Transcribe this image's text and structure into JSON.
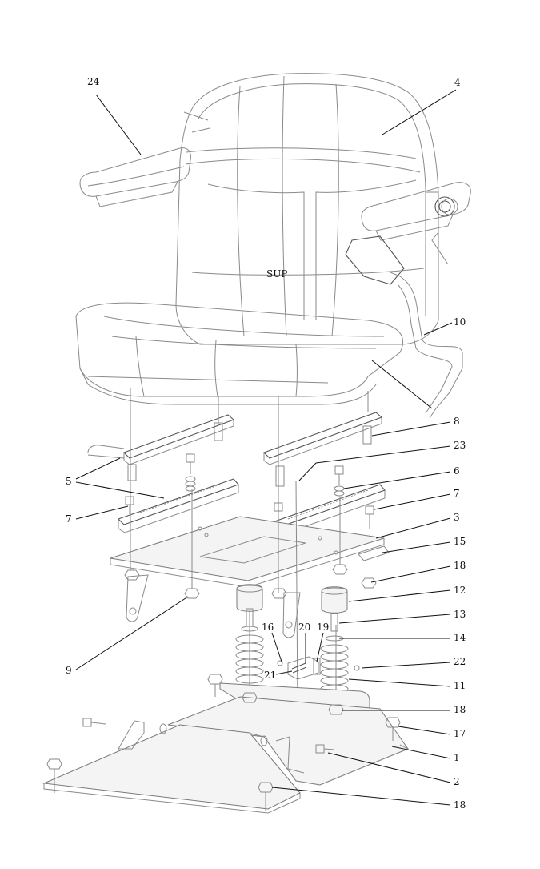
{
  "diagram": {
    "callouts": [
      {
        "id": "c24",
        "label": "24"
      },
      {
        "id": "c4",
        "label": "4"
      },
      {
        "id": "c10",
        "label": "10"
      },
      {
        "id": "c8",
        "label": "8"
      },
      {
        "id": "c23",
        "label": "23"
      },
      {
        "id": "c5",
        "label": "5"
      },
      {
        "id": "c6",
        "label": "6"
      },
      {
        "id": "c7a",
        "label": "7"
      },
      {
        "id": "c7b",
        "label": "7"
      },
      {
        "id": "c3",
        "label": "3"
      },
      {
        "id": "c15",
        "label": "15"
      },
      {
        "id": "c18a",
        "label": "18"
      },
      {
        "id": "c12",
        "label": "12"
      },
      {
        "id": "c13",
        "label": "13"
      },
      {
        "id": "c14",
        "label": "14"
      },
      {
        "id": "c16",
        "label": "16"
      },
      {
        "id": "c20",
        "label": "20"
      },
      {
        "id": "c19",
        "label": "19"
      },
      {
        "id": "c22",
        "label": "22"
      },
      {
        "id": "c9",
        "label": "9"
      },
      {
        "id": "c21",
        "label": "21"
      },
      {
        "id": "c11",
        "label": "11"
      },
      {
        "id": "c18b",
        "label": "18"
      },
      {
        "id": "c17",
        "label": "17"
      },
      {
        "id": "c1",
        "label": "1"
      },
      {
        "id": "c2",
        "label": "2"
      },
      {
        "id": "c18c",
        "label": "18"
      }
    ],
    "seat_badge": "SUP"
  }
}
